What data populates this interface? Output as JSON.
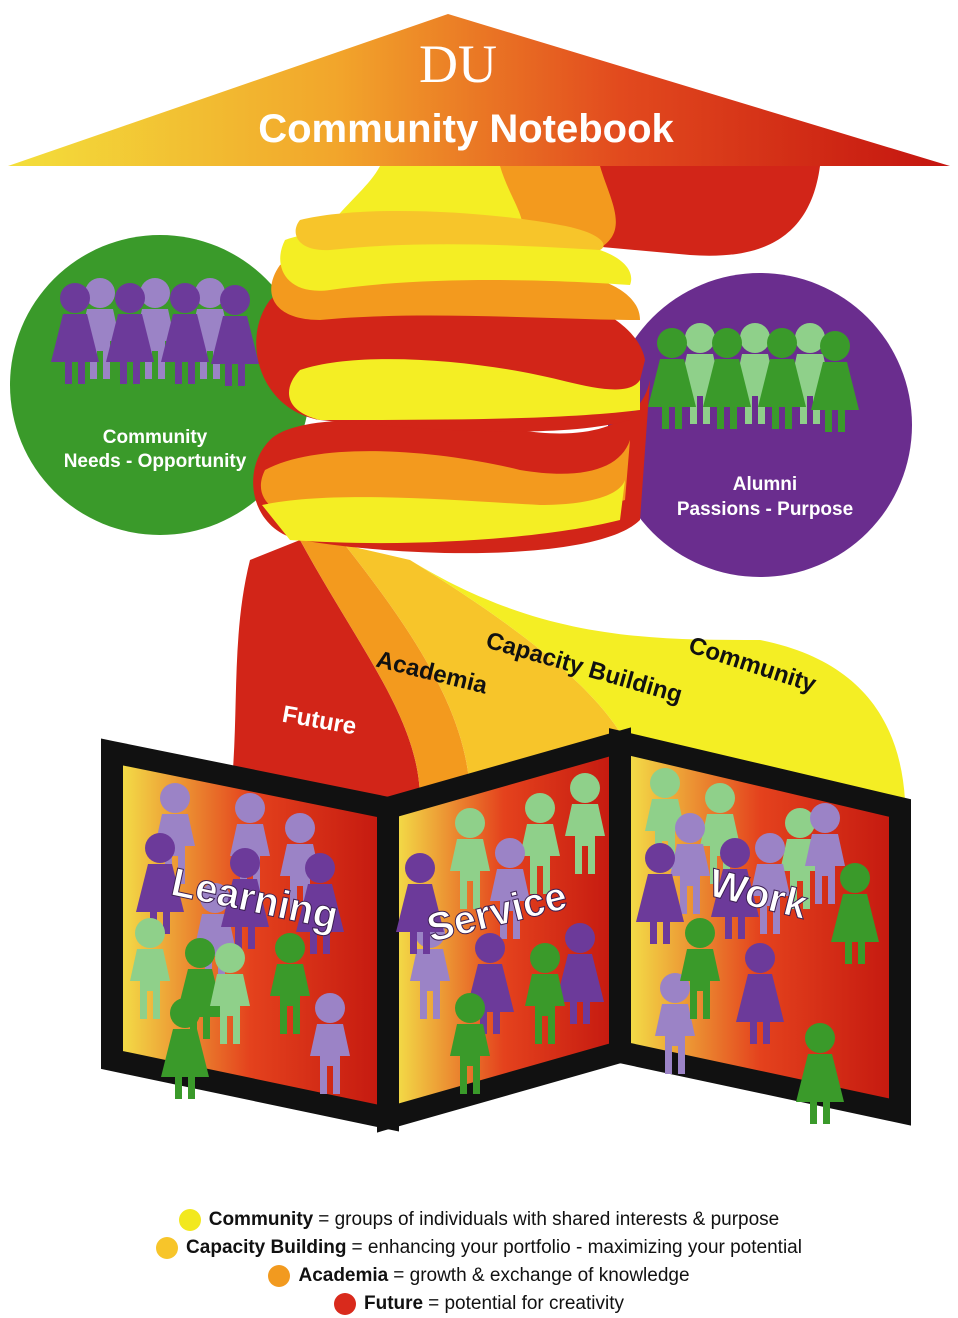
{
  "header": {
    "brand": "DU",
    "title": "Community Notebook"
  },
  "circles": {
    "left": {
      "line1": "Community",
      "line2": "Needs - Opportunity"
    },
    "right": {
      "line1": "Alumni",
      "line2": "Passions - Purpose"
    }
  },
  "ribbon_labels": {
    "future": "Future",
    "academia": "Academia",
    "capacity": "Capacity Building",
    "community": "Community"
  },
  "panels": {
    "learning": "Learning",
    "service": "Service",
    "work": "Work"
  },
  "legend": [
    {
      "term": "Community",
      "definition": "= groups of individuals with shared interests & purpose",
      "color": "#f2e81e"
    },
    {
      "term": "Capacity Building",
      "definition": "= enhancing your portfolio - maximizing your potential",
      "color": "#f7c52a"
    },
    {
      "term": "Academia",
      "definition": "= growth & exchange of knowledge",
      "color": "#f29a1f"
    },
    {
      "term": "Future",
      "definition": "= potential for creativity",
      "color": "#d92a1c"
    }
  ],
  "colors": {
    "green": "#3a9a2a",
    "purple": "#6a2d8e",
    "red": "#d22518",
    "orange": "#f39a1e",
    "yellow": "#f4ee24"
  }
}
